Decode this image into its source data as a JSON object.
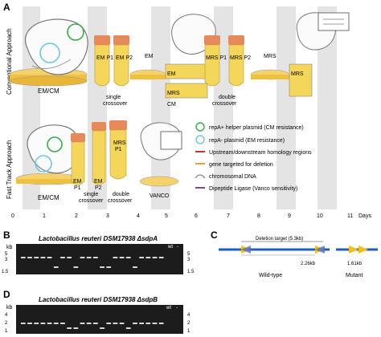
{
  "panel_a": {
    "letter": "A",
    "row_labels": [
      "Conventional Approach",
      "Fast Track Approach"
    ],
    "conventional": {
      "plate_label": "EM/CM",
      "tubes": [
        "EM P1",
        "EM P2",
        "EM",
        "MRS P1",
        "MRS P2",
        "MRS"
      ],
      "step_labels": [
        "single crossover",
        "CM",
        "double crossover"
      ],
      "plate_rows": [
        "EM",
        "MRS"
      ]
    },
    "fast_track": {
      "plate_label": "EM/CM",
      "tubes": [
        "EM P1",
        "EM P2",
        "MRS P1"
      ],
      "step_labels": [
        "single crossover",
        "double crossover",
        "VANCO"
      ]
    },
    "legend": [
      {
        "text": "repA+ helper plasmid (CM resistance)",
        "color": "#3aaa4a",
        "type": "circle"
      },
      {
        "text": "repA- plasmid (EM resistance)",
        "color": "#6cc6e8",
        "type": "circle"
      },
      {
        "text": "Upstream/downstream homology regions",
        "color": "#c0392b",
        "type": "bar"
      },
      {
        "text": "gene targeted for deletion",
        "color": "#f0a030",
        "type": "bar"
      },
      {
        "text": "chromosomal DNA",
        "color": "#888888",
        "type": "curve"
      },
      {
        "text": "Dipeptide Ligase (Vanco sensitivity)",
        "color": "#7a4aa8",
        "type": "bar"
      }
    ],
    "timeline": {
      "days": [
        "0",
        "1",
        "2",
        "3",
        "4",
        "5",
        "6",
        "7",
        "8",
        "9",
        "10",
        "11"
      ],
      "unit": "Days"
    }
  },
  "panel_b": {
    "letter": "B",
    "title": "Lactobacillus reuteri DSM17938 ΔsdpA",
    "kb_label": "kb",
    "left_ticks": [
      "5",
      "3",
      "1.5"
    ],
    "right_ticks": [
      "5",
      "3",
      "1.5"
    ],
    "lane_tags": [
      "wt",
      "-"
    ]
  },
  "panel_c": {
    "letter": "C",
    "deletion_label": "Deletion target (5.3kb)",
    "wt_size": "2.26kb",
    "mut_size": "1.61kb",
    "wt_label": "Wild-type",
    "mut_label": "Mutant"
  },
  "panel_d": {
    "letter": "D",
    "title": "Lactobacillus reuteri DSM17938 ΔsdpB",
    "kb_label": "kb",
    "left_ticks": [
      "4",
      "2",
      "1"
    ],
    "right_ticks": [
      "4",
      "2",
      "1"
    ],
    "lane_tags": [
      "wt",
      "-"
    ]
  },
  "colors": {
    "tube_cap": "#e8895a",
    "tube_body": "#f3d65a",
    "plate": "#f5d36a",
    "gel_bg": "#1c1c1c",
    "band": "#d8d8d8",
    "shade": "#e4e4e4"
  }
}
